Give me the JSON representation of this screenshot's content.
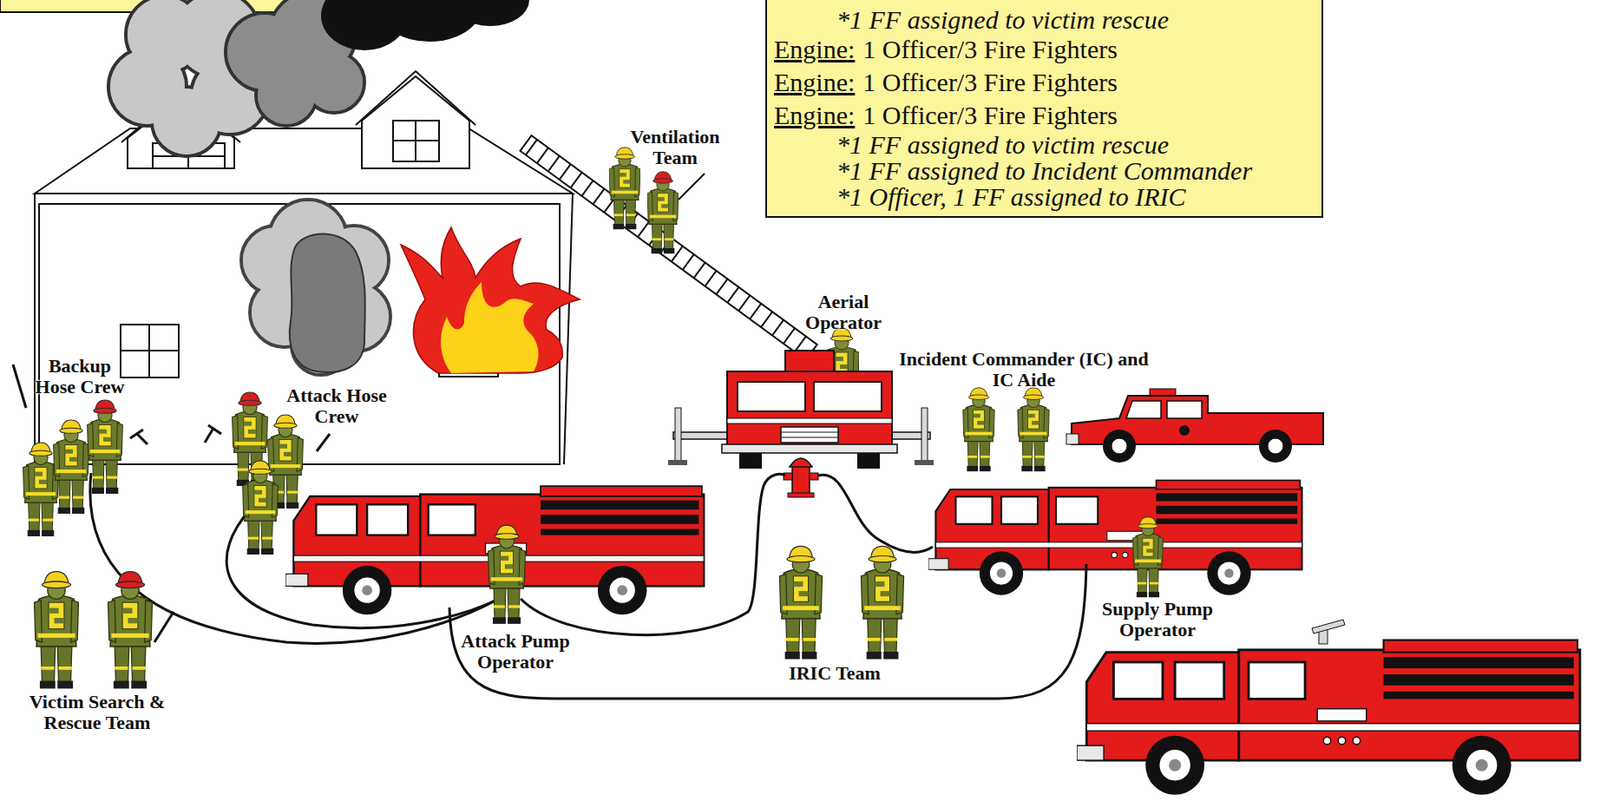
{
  "diagram": {
    "nodes": [
      {
        "text": [
          "*1 FF assigned to victim rescue",
          "Engine:",
          "1 Officer/3 Fire Fighters",
          "Engine:",
          "1 Officer/3 Fire Fighters",
          "Engine:",
          "1 Officer/3 Fire Fighters",
          "*1 FF assigned to victim rescue",
          "*1 FF assigned to Incident Commander",
          "*1 Officer, 1 FF assigned to IRIC"
        ]
      }
    ],
    "labels": [
      "Ventilation Team",
      "Aerial Operator",
      "Incident Commander (IC) and IC Aide",
      "Backup Hose Crew",
      "Attack Hose Crew",
      "Attack Pump Operator",
      "IRIC Team",
      "Supply Pump Operator",
      "Victim Search & Rescue Team"
    ]
  }
}
